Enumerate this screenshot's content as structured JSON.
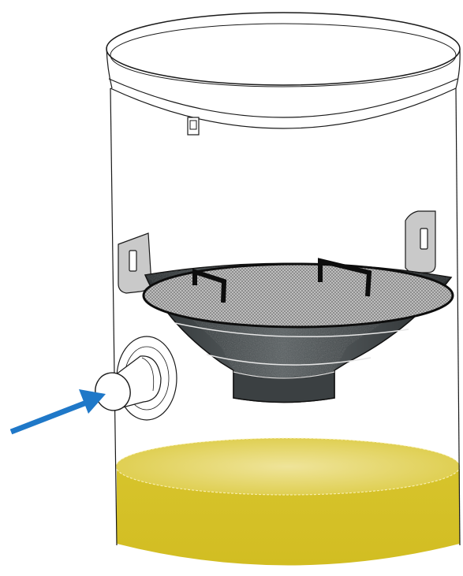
{
  "colors": {
    "background": "#ffffff",
    "outline": "#1a1a1a",
    "liquid_fill": "#d9c62f",
    "liquid_surface": "#e8da62",
    "filter_cone_dark": "#3d4244",
    "filter_cone_light": "#6a7072",
    "filter_mesh": "#9a9a9a",
    "bracket_fill": "#c9c9c9",
    "arrow": "#1f78c8",
    "handle": "#0d0d0d"
  },
  "parts": {
    "tank": "cylindrical-tank",
    "rim": "tank-rim",
    "clip": "rim-clip",
    "brackets": [
      "bracket-left",
      "bracket-right"
    ],
    "filter": "cone-filter-basket",
    "handles": [
      "handle-left",
      "handle-right"
    ],
    "inlet": "inlet-pipe",
    "flow_arrow": "inflow-arrow",
    "liquid": "liquid"
  }
}
